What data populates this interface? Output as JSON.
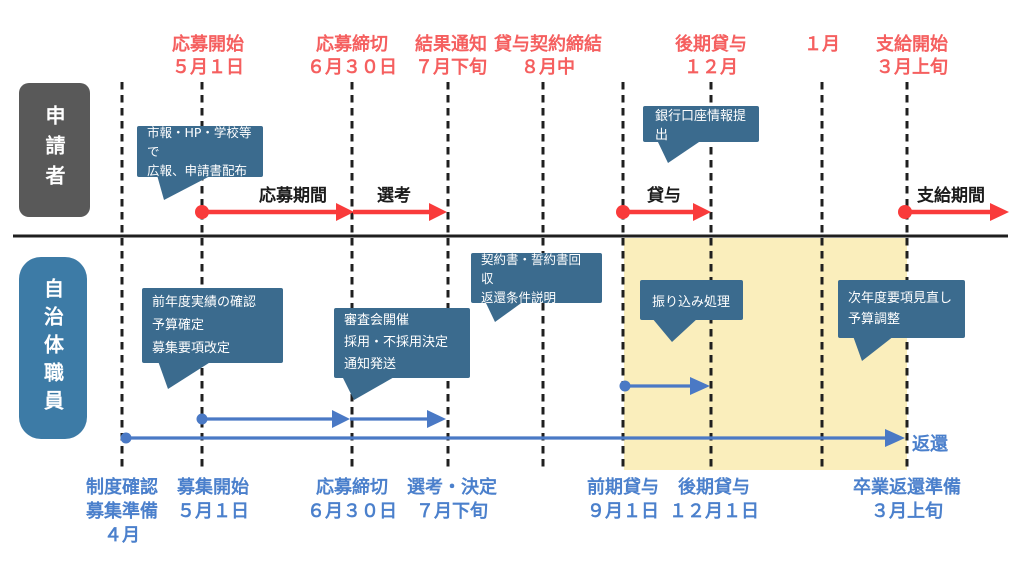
{
  "title": "貸与型奨学金 年間スケジュール図",
  "colors": {
    "red_text": "#f55f5f",
    "red_arrow": "#f93b3b",
    "blue_text": "#4b80cc",
    "blue_arrow": "#4a79c5",
    "bubble": "#3b6b8e",
    "applicant_box": "#595959",
    "staff_box": "#3d7ba6",
    "highlight": "#faeebc",
    "ink": "#1f1f1f"
  },
  "lanes": {
    "applicant": "申請者",
    "staff": "自治体職員"
  },
  "top_milestones": [
    {
      "line1": "応募開始",
      "line2": "５月１日"
    },
    {
      "line1": "応募締切",
      "line2": "６月３０日"
    },
    {
      "line1": "結果通知",
      "line2": "７月下旬"
    },
    {
      "line1": "貸与契約締結",
      "line2": "８月中"
    },
    {
      "line1": "後期貸与",
      "line2": "１２月"
    },
    {
      "line1": "",
      "line2": "１月"
    },
    {
      "line1": "支給開始",
      "line2": "３月上旬"
    }
  ],
  "bottom_milestones": [
    {
      "line1": "制度確認",
      "line2": "募集準備",
      "line3": "４月"
    },
    {
      "line1": "募集開始",
      "line2": "５月１日",
      "line3": ""
    },
    {
      "line1": "応募締切",
      "line2": "６月３０日",
      "line3": ""
    },
    {
      "line1": "選考・決定",
      "line2": "７月下旬",
      "line3": ""
    },
    {
      "line1": "前期貸与",
      "line2": "９月１日",
      "line3": ""
    },
    {
      "line1": "後期貸与",
      "line2": "１２月１日",
      "line3": ""
    },
    {
      "line1": "卒業返還準備",
      "line2": "３月上旬",
      "line3": ""
    }
  ],
  "phases": {
    "application_period": "応募期間",
    "screening": "選考",
    "loan": "貸与",
    "payment_period": "支給期間",
    "repayment": "返還"
  },
  "bubbles": {
    "publicity": {
      "line1": "市報・HP・学校等で",
      "line2": "広報、申請書配布"
    },
    "bank_account": {
      "line1": "銀行口座情報提出"
    },
    "contract_collection": {
      "line1": "契約書・誓約書回収",
      "line2": "返還条件説明"
    },
    "preparation": {
      "line1": "前年度実績の確認",
      "line2": "予算確定",
      "line3": "募集要項改定"
    },
    "screening_committee": {
      "line1": "審査会開催",
      "line2": "採用・不採用決定",
      "line3": "通知発送"
    },
    "transfer_processing": {
      "line1": "振り込み処理"
    },
    "next_year_review": {
      "line1": "次年度要項見直し",
      "line2": "予算調整"
    }
  }
}
